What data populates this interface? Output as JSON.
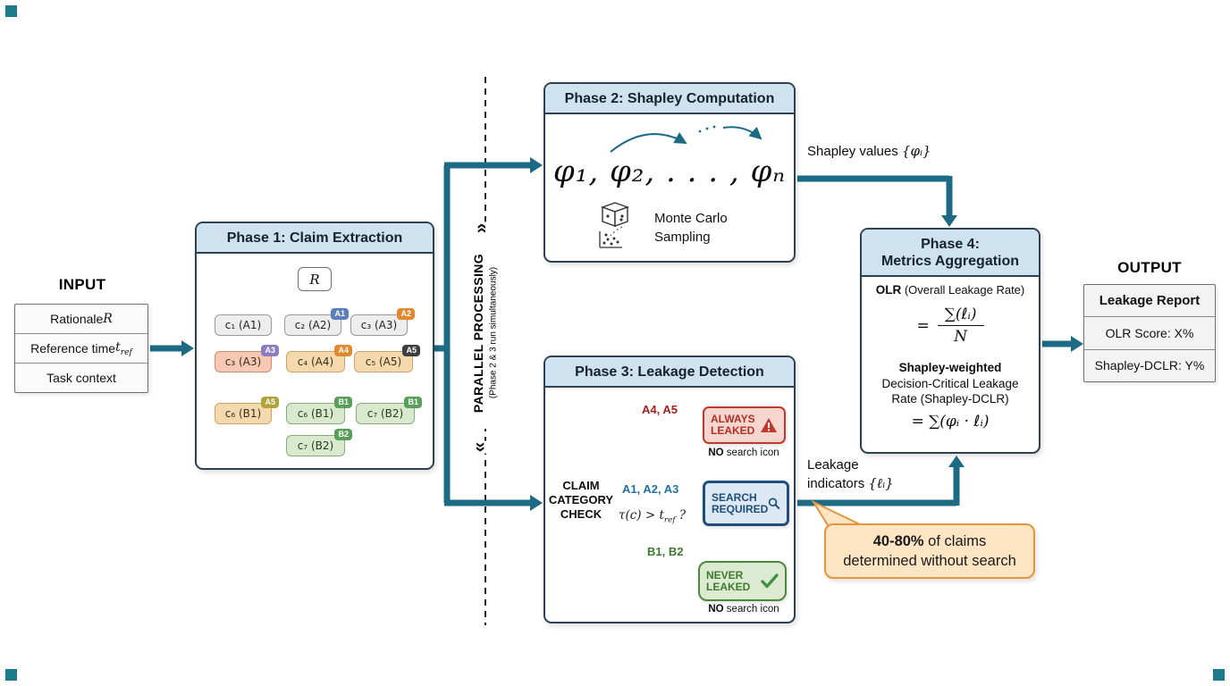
{
  "colors": {
    "arrow_teal": "#1d6a85",
    "phase_header_bg": "#cfe2f0",
    "phase_border": "#2e4052",
    "red_branch": "#a32020",
    "blue_branch": "#2471a3",
    "green_branch": "#4a8a3a",
    "always_text": "#b03028",
    "search_text": "#1f4e79",
    "never_text": "#3d7a2e",
    "callout_bg": "#fde4c3",
    "callout_border": "#e2973f",
    "corner_mark": "#1d7a8a"
  },
  "input": {
    "label": "INPUT",
    "rationale_pre": "Rationale ",
    "rationale_var": "R",
    "reftime_pre": "Reference time ",
    "reftime_var": "t",
    "reftime_sub": "ref",
    "task_context": "Task context"
  },
  "parallel": {
    "title": "PARALLEL PROCESSING",
    "subtitle": "(Phase 2 & 3 run simultaneously)",
    "chevron_top": "»",
    "chevron_bottom": "»"
  },
  "phase1": {
    "title": "Phase 1: Claim Extraction",
    "root": "R",
    "chips": [
      {
        "label": "c₁ (A1)"
      },
      {
        "label": "c₂ (A2)",
        "badge": "A1"
      },
      {
        "label": "c₃ (A3)",
        "badge": "A2"
      },
      {
        "label": "c₃ (A3)",
        "badge": "A3"
      },
      {
        "label": "c₄ (A4)",
        "badge": "A4"
      },
      {
        "label": "c₅ (A5)",
        "badge": "A5"
      },
      {
        "label": "c₆ (B1)",
        "badge": "A5"
      },
      {
        "label": "c₆ (B1)",
        "badge": "B1"
      },
      {
        "label": "c₇ (B2)",
        "badge": "B1"
      },
      {
        "label": "c₇ (B2)",
        "badge": "B2"
      }
    ]
  },
  "phase2": {
    "title": "Phase 2: Shapley Computation",
    "formula": "φ₁, φ₂, . . . , φₙ",
    "mc_line1": "Monte Carlo",
    "mc_line2": "Sampling"
  },
  "phase3": {
    "title": "Phase 3: Leakage Detection",
    "check_line1": "CLAIM",
    "check_line2": "CATEGORY",
    "check_line3": "CHECK",
    "red_label": "A4, A5",
    "blue_label": "A1, A2, A3",
    "cond_pre": "τ(c) > ",
    "cond_var": "t",
    "cond_sub": "ref",
    "cond_post": " ?",
    "green_label": "B1, B2",
    "always_line1": "ALWAYS",
    "always_line2": "LEAKED",
    "search_line1": "SEARCH",
    "search_line2": "REQUIRED",
    "never_line1": "NEVER",
    "never_line2": "LEAKED",
    "no_search_top_strong": "NO",
    "no_search_top_rest": " search icon",
    "no_search_bottom_strong": "NO",
    "no_search_bottom_rest": " search icon"
  },
  "phase4": {
    "title_line1": "Phase 4:",
    "title_line2": "Metrics Aggregation",
    "olr_strong": "OLR",
    "olr_rest": " (Overall Leakage Rate)",
    "eq": "=",
    "frac_num": "∑(ℓᵢ)",
    "frac_den": "N",
    "sw_line1": "Shapley-weighted",
    "sw_line2": "Decision-Critical Leakage",
    "sw_line3": "Rate (Shapley-DCLR)",
    "dclr_formula": "= ∑(φᵢ · ℓᵢ)"
  },
  "edge_labels": {
    "shapley_pre": "Shapley values ",
    "shapley_math": "{φᵢ}",
    "leakage_line1": "Leakage",
    "leakage_line2_pre": "indicators ",
    "leakage_math": "{ℓᵢ}"
  },
  "callout": {
    "strong": "40-80%",
    "line1_rest": " of claims",
    "line2": "determined without search"
  },
  "output": {
    "label": "OUTPUT",
    "row1": "Leakage Report",
    "row2": "OLR Score: X%",
    "row3": "Shapley-DCLR: Y%"
  }
}
